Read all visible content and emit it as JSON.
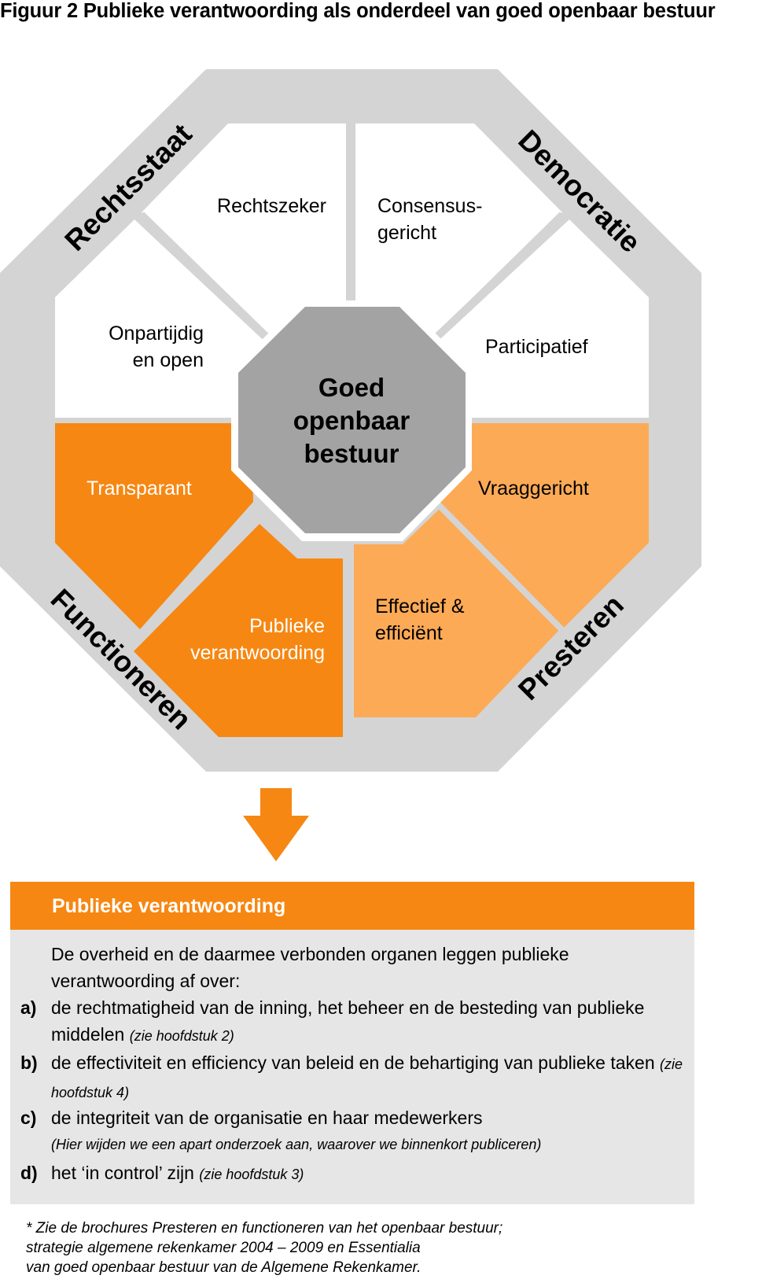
{
  "figure_title": "Figuur 2  Publieke verantwoording als onderdeel van goed openbaar bestuur",
  "center": {
    "line1": "Goed",
    "line2": "openbaar",
    "line3": "bestuur"
  },
  "bands": {
    "rechtsstaat": "Rechtsstaat",
    "democratie": "Democratie",
    "functioneren": "Functioneren",
    "presteren": "Presteren"
  },
  "segments": {
    "rechtszeker": "Rechtszeker",
    "consensus_line1": "Consensus-",
    "consensus_line2": "gericht",
    "onpartijdig_line1": "Onpartijdig",
    "onpartijdig_line2": "en open",
    "participatief": "Participatief",
    "transparant": "Transparant",
    "vraaggericht": "Vraaggericht",
    "publieke_line1": "Publieke",
    "publieke_line2": "verantwoording",
    "effectief_line1": "Effectief &",
    "effectief_line2": "efficiënt"
  },
  "colors": {
    "ring_gray": "#d4d4d4",
    "center_gray": "#a3a3a3",
    "orange_dark": "#f68712",
    "orange_light": "#fcaa56",
    "panel_gray": "#e6e6e6"
  },
  "icons": {
    "arrow": "arrow-down-icon"
  },
  "panel": {
    "header": "Publieke verantwoording",
    "intro": "De overheid en de daarmee verbonden organen leggen publieke verantwoording af over:",
    "items": [
      {
        "letter": "a)",
        "text": "de rechtmatigheid van de inning, het beheer en de besteding van publieke middelen",
        "ref": "(zie hoofdstuk 2)"
      },
      {
        "letter": "b)",
        "text": "de effectiviteit en efficiency van beleid en de behartiging van publieke taken",
        "ref": "(zie hoofdstuk 4)"
      },
      {
        "letter": "c)",
        "text": "de integriteit van de organisatie en haar medewerkers",
        "note": "(Hier wijden we een apart onderzoek aan, waarover we binnenkort publiceren)"
      },
      {
        "letter": "d)",
        "text": "het ‘in control’ zijn",
        "ref": "(zie hoofdstuk 3)"
      }
    ]
  },
  "footnote": {
    "line1": "* Zie de brochures Presteren en functioneren van het openbaar bestuur;",
    "line2": "strategie algemene rekenkamer 2004 – 2009 en Essentialia",
    "line3": "van goed openbaar bestuur van de Algemene Rekenkamer."
  }
}
